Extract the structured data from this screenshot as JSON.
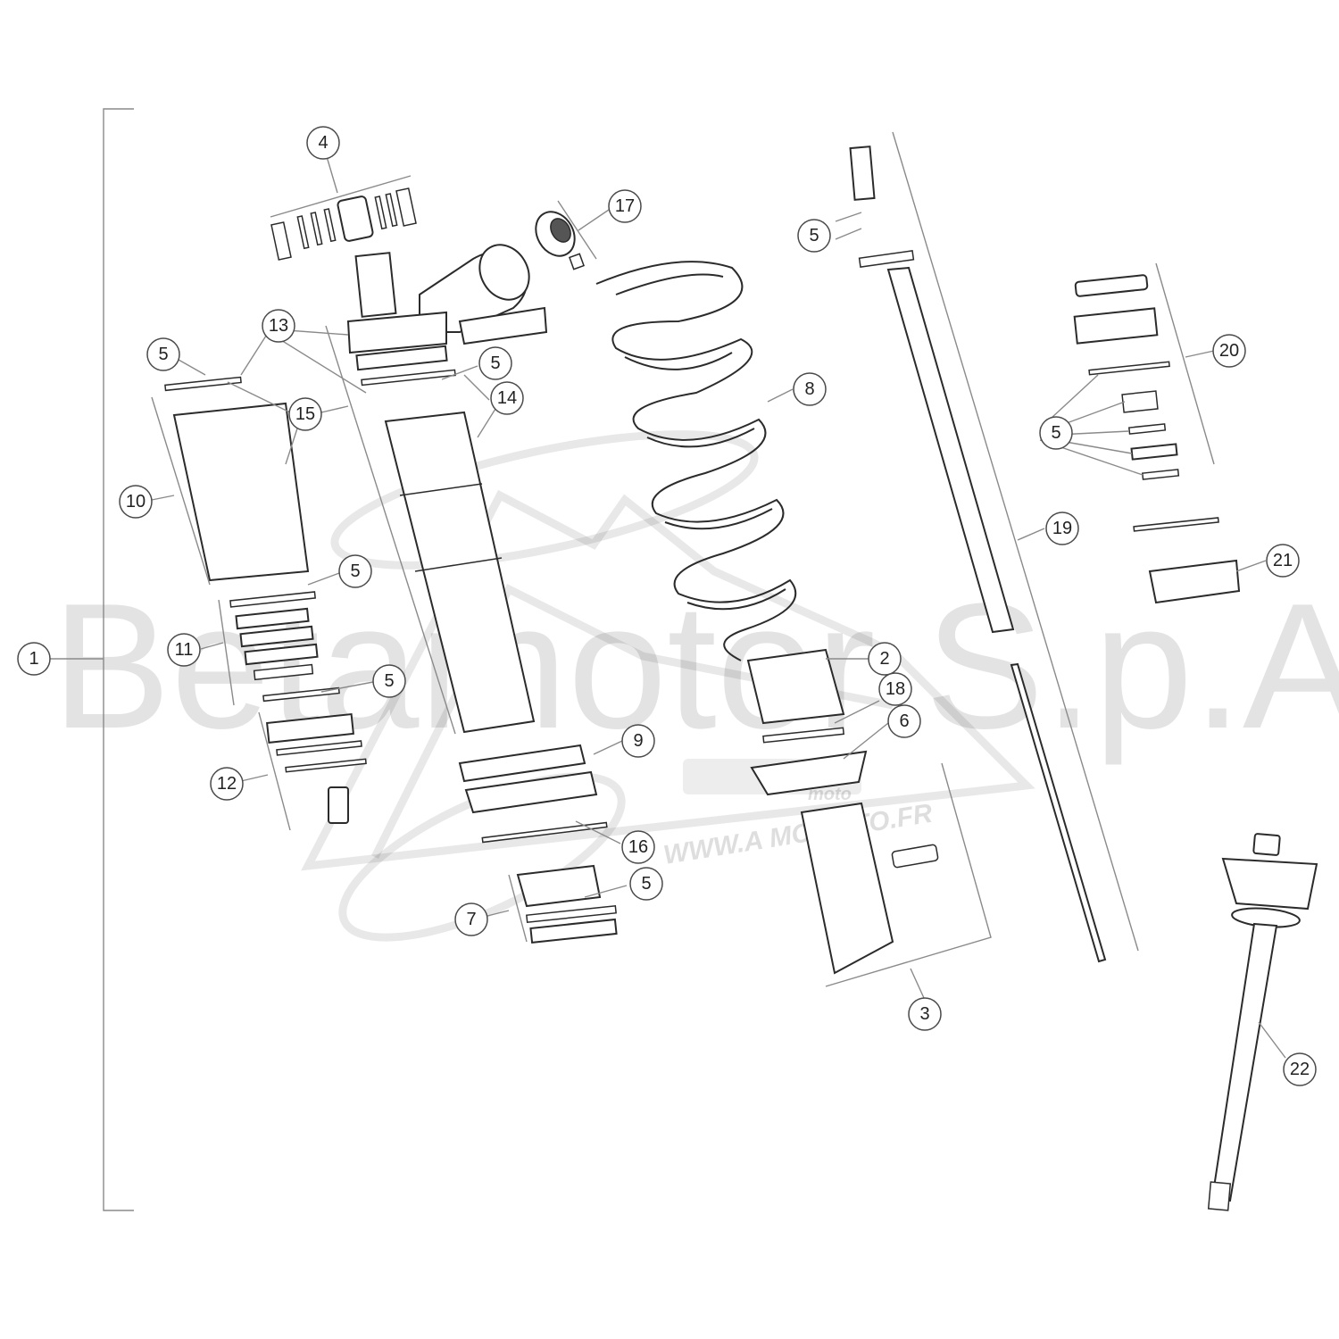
{
  "watermark": {
    "main_text": "Betamotor S.p.A.",
    "moto_text": "moto",
    "url_text": "WWW.A   MCMOTO.FR"
  },
  "callouts": [
    {
      "label": "1"
    },
    {
      "label": "2"
    },
    {
      "label": "3"
    },
    {
      "label": "4"
    },
    {
      "label": "5"
    },
    {
      "label": "5"
    },
    {
      "label": "5"
    },
    {
      "label": "5"
    },
    {
      "label": "5"
    },
    {
      "label": "5"
    },
    {
      "label": "5"
    },
    {
      "label": "5"
    },
    {
      "label": "6"
    },
    {
      "label": "7"
    },
    {
      "label": "8"
    },
    {
      "label": "9"
    },
    {
      "label": "10"
    },
    {
      "label": "11"
    },
    {
      "label": "12"
    },
    {
      "label": "13"
    },
    {
      "label": "14"
    },
    {
      "label": "15"
    },
    {
      "label": "16"
    },
    {
      "label": "17"
    },
    {
      "label": "18"
    },
    {
      "label": "19"
    },
    {
      "label": "20"
    },
    {
      "label": "21"
    },
    {
      "label": "22"
    }
  ]
}
